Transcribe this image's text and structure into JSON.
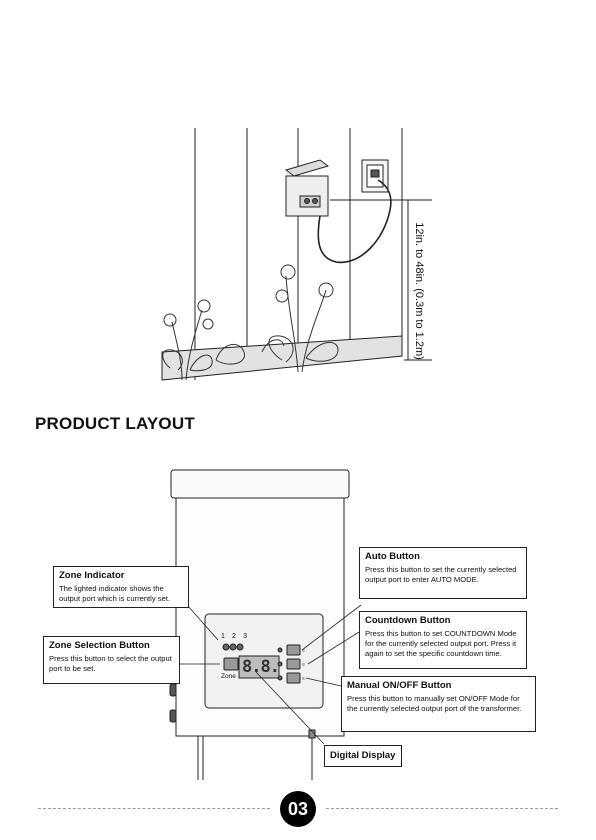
{
  "installation": {
    "height_range_label": "12in. to 48in. (0.3m to 1.2m)"
  },
  "section_heading": "PRODUCT LAYOUT",
  "device": {
    "zone_numbers": [
      "1",
      "2",
      "3"
    ],
    "display_readout": "8.8.",
    "zone_button_label": "Zone"
  },
  "callouts": {
    "zone_indicator": {
      "title": "Zone Indicator",
      "desc": "The lighted indicator shows the output port which is currently set."
    },
    "zone_selection": {
      "title": "Zone Selection Button",
      "desc": "Press this button to select the output port to be set."
    },
    "auto": {
      "title": "Auto Button",
      "desc": "Press this button to set the currently selected output port to enter AUTO MODE."
    },
    "countdown": {
      "title": "Countdown Button",
      "desc": "Press this button to set COUNTDOWN Mode for the currently selected output port. Press it again to set the specific countdown time."
    },
    "manual": {
      "title": "Manual ON/OFF Button",
      "desc": "Press this button to manually set ON/OFF Mode for the currently selected output port of the transformer."
    },
    "digital_display": {
      "title": "Digital Display"
    }
  },
  "page_number": "03"
}
